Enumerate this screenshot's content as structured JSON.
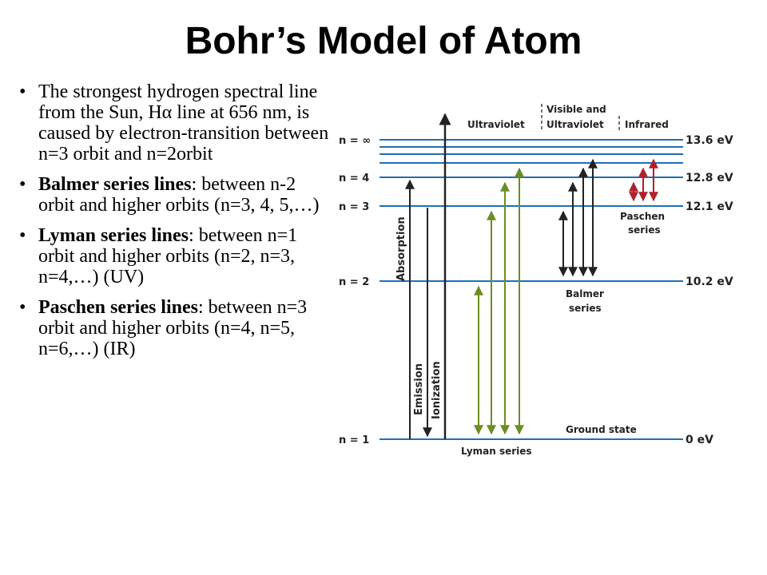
{
  "title": "Bohr’s Model of Atom",
  "bullets": [
    {
      "bold": "",
      "tail": "",
      "text": "The strongest hydrogen spectral line from the Sun, Hα line at 656 nm, is caused by electron-transition between n=3 orbit and n=2orbit"
    },
    {
      "bold": "Balmer series lines",
      "tail": ":",
      "text": "between n-2 orbit and higher orbits (n=3, 4, 5,…)"
    },
    {
      "bold": "Lyman series lines",
      "tail": ":",
      "text": "between n=1 orbit and higher orbits (n=2, n=3, n=4,…) (UV)"
    },
    {
      "bold": "Paschen series lines",
      "tail": ":",
      "text": "between n=3 orbit and higher orbits (n=4, n=5, n=6,…) (IR)"
    }
  ],
  "diagram": {
    "levels": {
      "n_inf": "n = ∞",
      "n4": "n = 4",
      "n3": "n = 3",
      "n2": "n = 2",
      "n1": "n = 1"
    },
    "energies": {
      "e_inf": "13.6 eV",
      "e4": "12.8 eV",
      "e3": "12.1 eV",
      "e2": "10.2 eV",
      "e1": "0 eV"
    },
    "regions": {
      "ultraviolet": "Ultraviolet",
      "visible_line1": "Visible and",
      "visible_line2": "Ultraviolet",
      "infrared": "Infrared"
    },
    "labels": {
      "absorption": "Absorption",
      "emission": "Emission",
      "ionization": "Ionization",
      "paschen_line1": "Paschen",
      "paschen_line2": "series",
      "balmer_line1": "Balmer",
      "balmer_line2": "series",
      "ground_state": "Ground state",
      "lyman": "Lyman series"
    },
    "colors": {
      "level_line": "#1f6fb5",
      "lyman": "#6b8e23",
      "balmer": "#222222",
      "paschen": "#b0202a",
      "ionize": "#222222"
    }
  }
}
